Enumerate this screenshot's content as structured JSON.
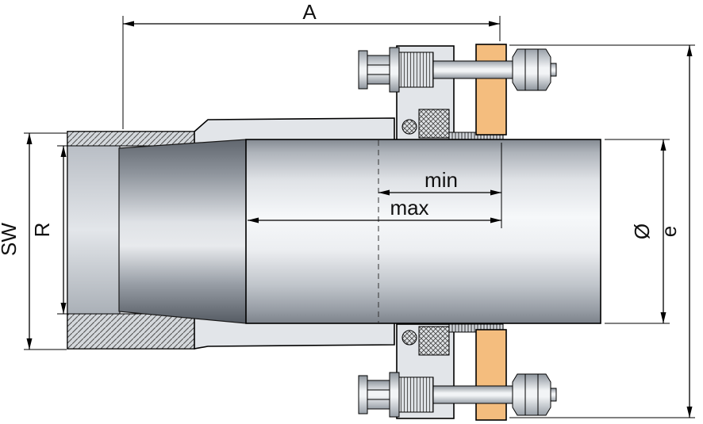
{
  "drawing": {
    "kind": "pipe coupling cross-section technical drawing",
    "labels": {
      "overall_length": "A",
      "wrench_size": "SW",
      "thread_size": "R",
      "insert_min": "min",
      "insert_max": "max",
      "pipe_diameter": "Ø",
      "outer_diameter": "e"
    },
    "colors": {
      "body": "#e2e5e9",
      "accent": "#f4bd7e",
      "outline": "#000000"
    }
  }
}
